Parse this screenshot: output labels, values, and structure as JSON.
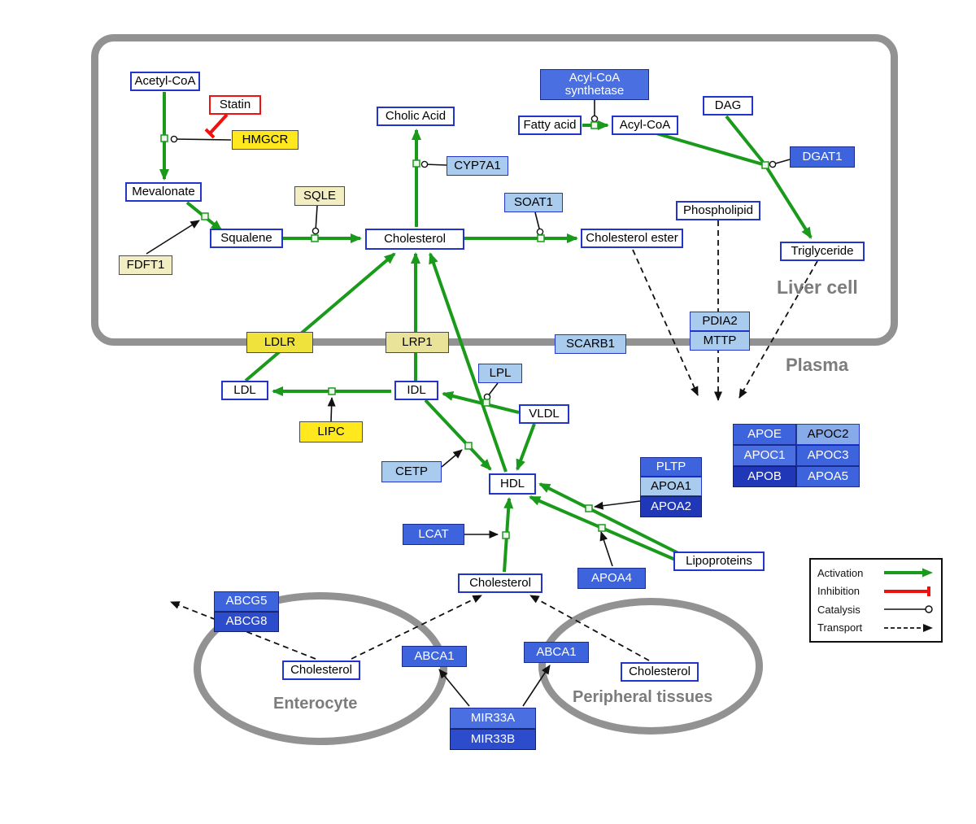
{
  "regions": {
    "liver": "Liver cell",
    "plasma": "Plasma",
    "enterocyte": "Enterocyte",
    "peripheral": "Peripheral tissues"
  },
  "nodes": {
    "acetyl_coa": "Acetyl-CoA",
    "statin": "Statin",
    "hmgcr": "HMGCR",
    "mevalonate": "Mevalonate",
    "fdft1": "FDFT1",
    "squalene": "Squalene",
    "sqle": "SQLE",
    "cholesterol_liver": "Cholesterol",
    "cholic_acid": "Cholic Acid",
    "cyp7a1": "CYP7A1",
    "soat1": "SOAT1",
    "cholesterol_ester": "Cholesterol ester",
    "acyl_coa_synthetase": "Acyl-CoA synthetase",
    "fatty_acid": "Fatty acid",
    "acyl_coa": "Acyl-CoA",
    "dag": "DAG",
    "dgat1": "DGAT1",
    "phospholipid": "Phospholipid",
    "triglyceride": "Triglyceride",
    "ldlr": "LDLR",
    "lrp1": "LRP1",
    "scarb1": "SCARB1",
    "pdia2": "PDIA2",
    "mttp": "MTTP",
    "ldl": "LDL",
    "idl": "IDL",
    "lipc": "LIPC",
    "lpl": "LPL",
    "vldl": "VLDL",
    "cetp": "CETP",
    "hdl": "HDL",
    "pltp": "PLTP",
    "apoa1": "APOA1",
    "apoa2": "APOA2",
    "apoe": "APOE",
    "apoc2": "APOC2",
    "apoc1": "APOC1",
    "apoc3": "APOC3",
    "apob": "APOB",
    "apoa5": "APOA5",
    "lcat": "LCAT",
    "apoa4": "APOA4",
    "lipoproteins": "Lipoproteins",
    "cholesterol_plasma": "Cholesterol",
    "abcg5": "ABCG5",
    "abcg8": "ABCG8",
    "cholesterol_enterocyte": "Cholesterol",
    "abca1_enterocyte": "ABCA1",
    "abca1_peripheral": "ABCA1",
    "cholesterol_peripheral": "Cholesterol",
    "mir33a": "MIR33A",
    "mir33b": "MIR33B"
  },
  "legend": {
    "activation": "Activation",
    "inhibition": "Inhibition",
    "catalysis": "Catalysis",
    "transport": "Transport"
  },
  "colors": {
    "activation": "#1a9a1a",
    "inhibition": "#ee1111",
    "metabolite_border": "#2334cb",
    "gene_blue": "#3d64dc",
    "gene_blue_light": "#a9cbee",
    "gene_blue_dark": "#2038b8",
    "gene_yellow": "#ffe81e",
    "gene_yellow_pale": "#f2eec2",
    "membrane_gray": "#929292"
  }
}
